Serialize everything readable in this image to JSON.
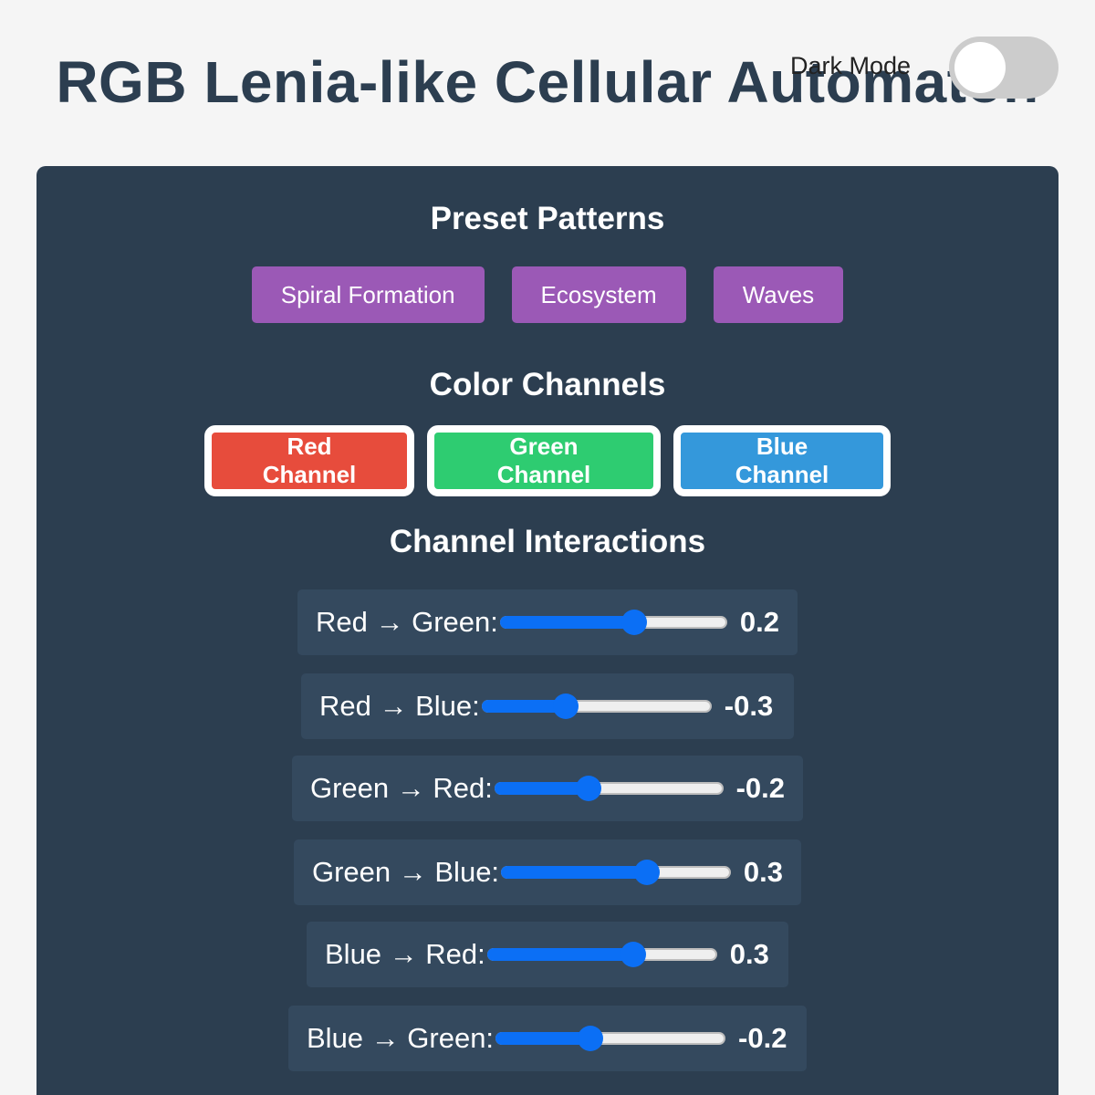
{
  "header": {
    "title": "RGB Lenia-like Cellular Automaton",
    "dark_mode_label": "Dark Mode",
    "dark_mode_on": false
  },
  "presets": {
    "title": "Preset Patterns",
    "buttons": [
      "Spiral Formation",
      "Ecosystem",
      "Waves"
    ]
  },
  "channels": {
    "title": "Color Channels",
    "buttons": [
      "Red Channel",
      "Green Channel",
      "Blue Channel"
    ]
  },
  "interactions": {
    "title": "Channel Interactions",
    "min": -1,
    "max": 1,
    "items": [
      {
        "label": "Red → Green:",
        "value": 0.2,
        "display": "0.2"
      },
      {
        "label": "Red → Blue:",
        "value": -0.3,
        "display": "-0.3"
      },
      {
        "label": "Green → Red:",
        "value": -0.2,
        "display": "-0.2"
      },
      {
        "label": "Green → Blue:",
        "value": 0.3,
        "display": "0.3"
      },
      {
        "label": "Blue → Red:",
        "value": 0.3,
        "display": "0.3"
      },
      {
        "label": "Blue → Green:",
        "value": -0.2,
        "display": "-0.2"
      }
    ]
  },
  "colors": {
    "page_bg": "#f5f5f5",
    "panel_bg": "#2c3e50",
    "row_bg": "#34495e",
    "preset": "#9b59b6",
    "red": "#e74c3c",
    "green": "#2ecc71",
    "blue": "#3498db",
    "slider": "#0b6ff5"
  }
}
